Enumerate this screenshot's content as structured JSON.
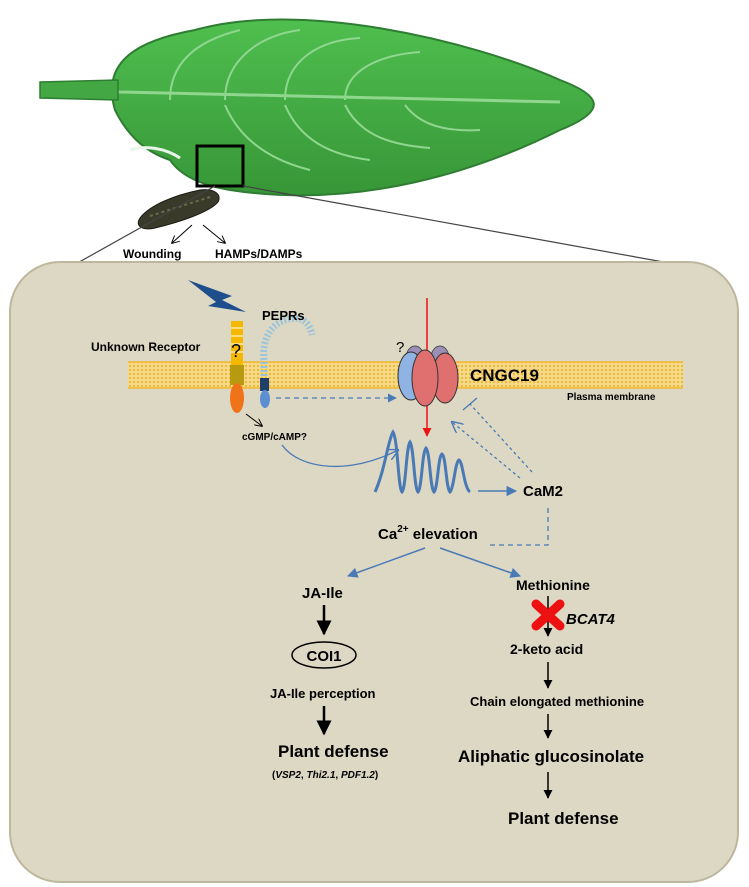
{
  "labels": {
    "wounding": "Wounding",
    "hamps": "HAMPs/DAMPs",
    "unknown_receptor": "Unknown Receptor",
    "question_receptor": "?",
    "peprs": "PEPRs",
    "question_channel": "?",
    "cngc19": "CNGC19",
    "plasma_membrane": "Plasma membrane",
    "cgmp": "cGMP/cAMP?",
    "cam2": "CaM2",
    "ca_prefix": "Ca",
    "ca_sup": "2+",
    "ca_suffix": " elevation",
    "ja_ile": "JA-Ile",
    "coi1": "COI1",
    "ja_perception": "JA-Ile perception",
    "plant_defense_left": "Plant defense",
    "markers_open": "(",
    "vsp2": "VSP2",
    "comma1": ", ",
    "thi21": "Thi2.1",
    "comma2": ", ",
    "pdf12": "PDF1.2",
    "markers_close": ")",
    "methionine": "Methionine",
    "bcat4": "BCAT4",
    "keto_acid": "2-keto acid",
    "chain_elongated": "Chain elongated methionine",
    "aliphatic": "Aliphatic glucosinolate",
    "plant_defense_right": "Plant defense"
  },
  "colors": {
    "leaf": "#43a843",
    "leaf_dark": "#2e7d32",
    "cell_fill": "#ddd8c4",
    "membrane": "#f5c542",
    "arrow_blue": "#4a7ab5",
    "channel_red": "#e07070",
    "channel_blue": "#8fb4e3",
    "inhibit_red": "#ee1111",
    "receptor_orange": "#f0731a",
    "bolt": "#1f4e8c"
  }
}
